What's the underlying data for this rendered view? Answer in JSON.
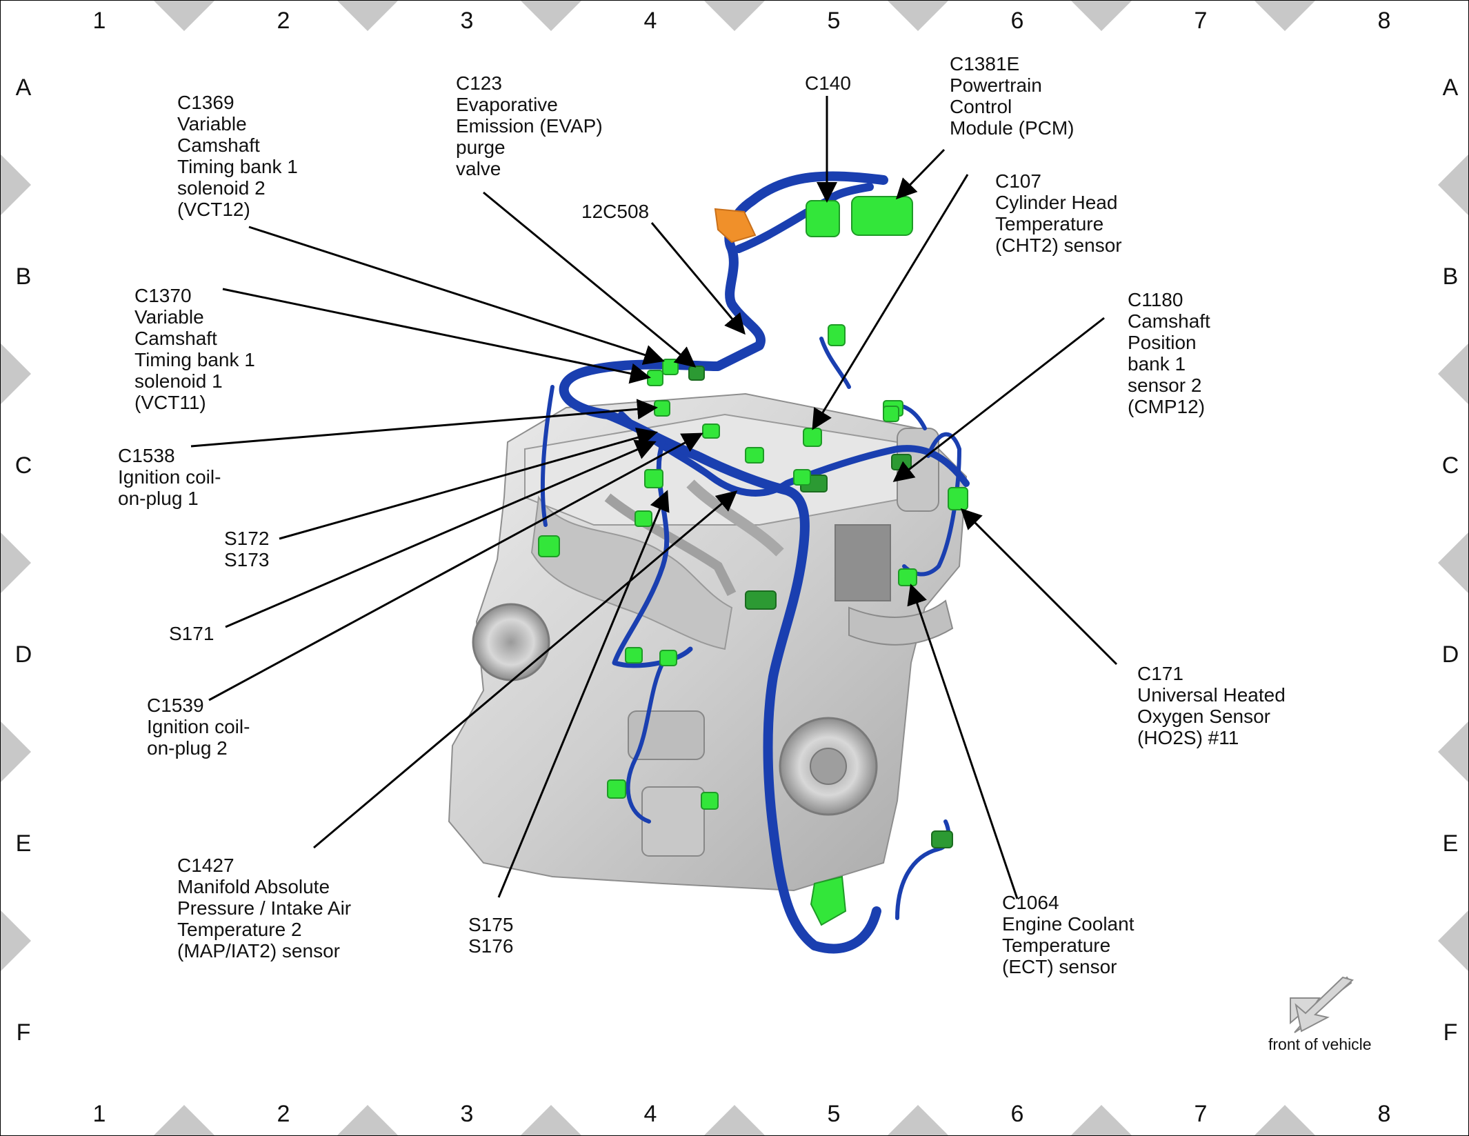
{
  "grid": {
    "columns": [
      "1",
      "2",
      "3",
      "4",
      "5",
      "6",
      "7",
      "8"
    ],
    "rows": [
      "A",
      "B",
      "C",
      "D",
      "E",
      "F"
    ]
  },
  "callouts": {
    "c1369": "C1369\nVariable\nCamshaft\nTiming bank 1\nsolenoid 2\n(VCT12)",
    "c123": "C123\nEvaporative\nEmission (EVAP)\npurge\nvalve",
    "c140": "C140",
    "c1381e": "C1381E\nPowertrain\nControl\nModule (PCM)",
    "c107": "C107\nCylinder Head\nTemperature\n(CHT2) sensor",
    "c12c508": "12C508",
    "c1370": "C1370\nVariable\nCamshaft\nTiming bank 1\nsolenoid 1\n(VCT11)",
    "c1180": "C1180\nCamshaft\nPosition\nbank 1\nsensor 2\n(CMP12)",
    "c1538": "C1538\nIgnition coil-\non-plug 1",
    "s172_s173": "S172\nS173",
    "s171": "S171",
    "c1539": "C1539\nIgnition coil-\non-plug 2",
    "c171": "C171\nUniversal Heated\nOxygen Sensor\n(HO2S) #11",
    "c1427": "C1427\nManifold Absolute\nPressure / Intake Air\nTemperature 2\n(MAP/IAT2) sensor",
    "s175_s176": "S175\nS176",
    "c1064": "C1064\nEngine Coolant\nTemperature\n(ECT) sensor"
  },
  "front_indicator": {
    "label": "front of vehicle"
  },
  "colors": {
    "harness": "#1a3fb0",
    "harness_dark": "#0d2a88",
    "connector": "#33e63a",
    "connector_dark": "#1e9a26",
    "pcm_bracket": "#f0902a",
    "engine": "#d2d2d2",
    "frame_triangle": "#c8c8c8"
  }
}
